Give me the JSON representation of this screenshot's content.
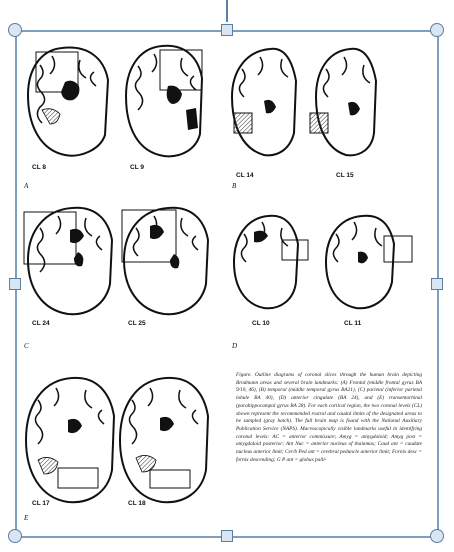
{
  "figure": {
    "panel_letters": [
      "A",
      "B",
      "C",
      "D",
      "E"
    ],
    "slice_labels": [
      "CL 8",
      "CL 9",
      "CL 14",
      "CL 15",
      "CL 24",
      "CL 25",
      "CL 10",
      "CL 11",
      "CL 17",
      "CL 18"
    ],
    "caption": "Figure. Outline diagrams of coronal slices through the human brain depicting Brodmann areas and several brain landmarks: (A) Frontal (middle frontal gyrus BA 9/10, 46), (B) temporal (middle temporal gyrus BA21), (C) parietal (inferior parietal lobule BA 40), (D) anterior cingulate (BA 24), and (E) transentorhinal (parahippocampal gyrus BA 28). For each cortical region, the two coronal levels (CL) shown represent the recommended rostral and caudal limits of the designated areas to be sampled (gray hatch). The full brain map is found with the National Auxiliary Publication Service (NAPS). Macroscopically visible landmarks useful in identifying coronal levels: AC = anterior commissure; Amyg = amygdaloid; Amyg post = amygdaloid posterior; Ant Nuc = anterior nucleus of thalamus; Caud ant = caudate nucleus anterior limit; Cer/b Ped ant = cerebral peduncle anterior limit; Fornix desc = fornix descending; G P ant = globus palli-"
  },
  "colors": {
    "selection": "#7f9fbf",
    "handle_fill": "#d9e6f2",
    "handle_stroke": "#5a7fa5",
    "ink": "#111111"
  }
}
